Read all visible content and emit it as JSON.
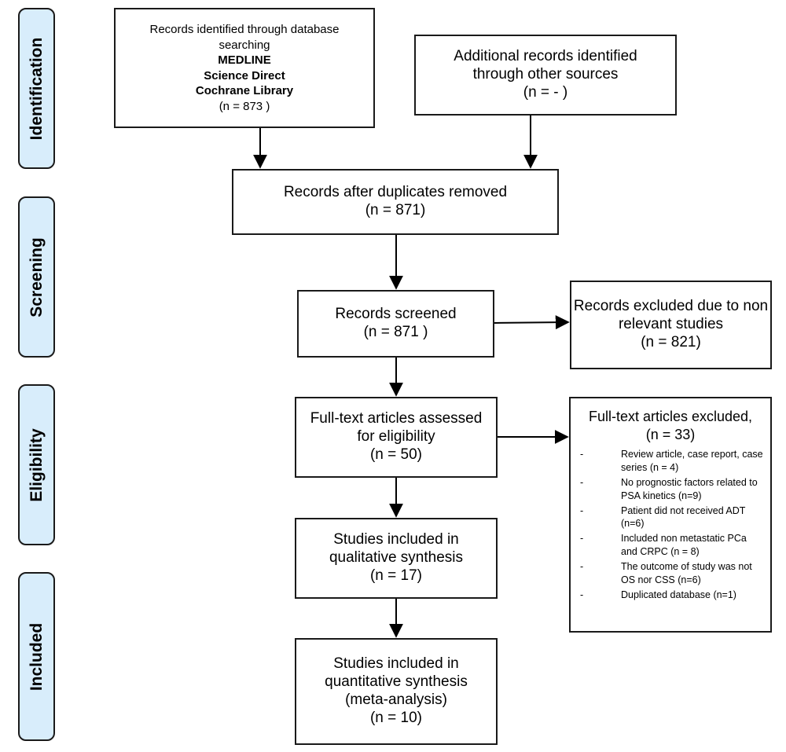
{
  "phases": [
    {
      "id": "identification",
      "label": "Identification"
    },
    {
      "id": "screening",
      "label": "Screening"
    },
    {
      "id": "eligibility",
      "label": "Eligibility"
    },
    {
      "id": "included",
      "label": "Included"
    }
  ],
  "boxes": {
    "database_search": {
      "line1": "Records identified through database",
      "line2": "searching",
      "db1": "MEDLINE",
      "db2": "Science Direct",
      "db3": "Cochrane Library",
      "count": "(n =  873 )"
    },
    "other_sources": {
      "line1": "Additional records identified",
      "line2": "through other sources",
      "count": "(n = - )"
    },
    "after_duplicates": {
      "line1": "Records after duplicates removed",
      "count": "(n = 871)"
    },
    "screened": {
      "line1": "Records screened",
      "count": "(n =  871 )"
    },
    "excluded_screening": {
      "line1": "Records excluded due to non",
      "line2": "relevant studies",
      "count": "(n = 821)"
    },
    "fulltext_assessed": {
      "line1": "Full-text articles assessed",
      "line2": "for eligibility",
      "count": "(n = 50)"
    },
    "fulltext_excluded": {
      "line1": "Full-text articles excluded,",
      "count": "(n =  33)",
      "reasons": [
        {
          "dash": "-",
          "text": "Review article, case report, case series (n = 4)"
        },
        {
          "dash": "-",
          "text": "No prognostic factors related to PSA kinetics (n=9)"
        },
        {
          "dash": "-",
          "text": "Patient did not received ADT (n=6)"
        },
        {
          "dash": "-",
          "text": "Included non metastatic PCa and CRPC (n = 8)"
        },
        {
          "dash": "-",
          "text": "The outcome of study was not OS nor CSS (n=6)"
        },
        {
          "dash": "-",
          "text": "Duplicated database (n=1)"
        }
      ]
    },
    "qualitative": {
      "line1": "Studies included in",
      "line2": "qualitative synthesis",
      "count": "(n = 17)"
    },
    "quantitative": {
      "line1": "Studies included in",
      "line2": "quantitative synthesis",
      "line3": "(meta-analysis)",
      "count": "(n = 10)"
    }
  }
}
